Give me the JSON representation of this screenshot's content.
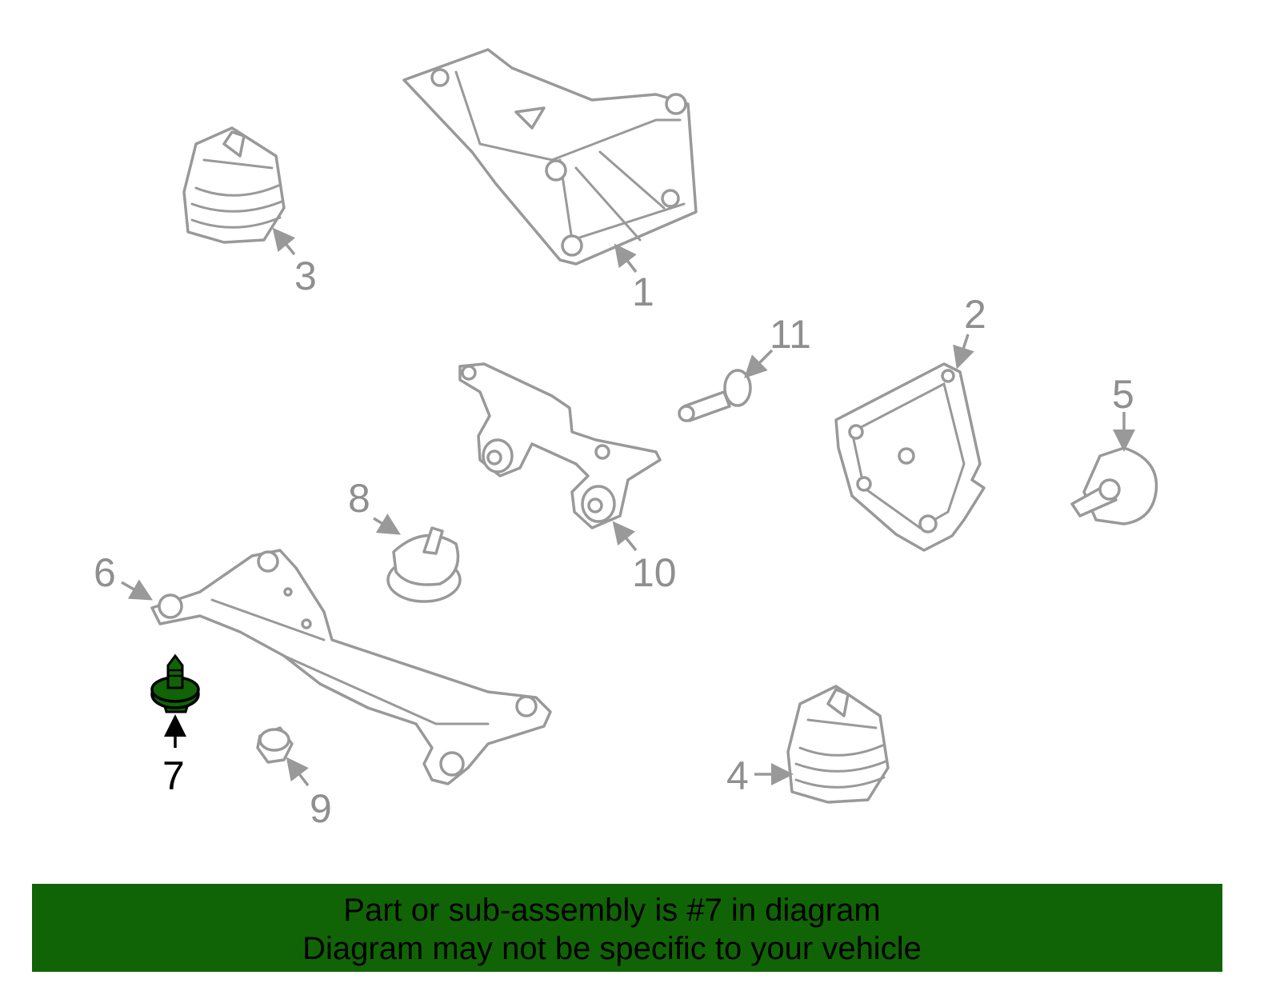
{
  "callouts": {
    "c1": "1",
    "c2": "2",
    "c3": "3",
    "c4": "4",
    "c5": "5",
    "c6": "6",
    "c7": "7",
    "c8": "8",
    "c9": "9",
    "c10": "10",
    "c11": "11"
  },
  "highlighted_part": "7",
  "colors": {
    "highlight": "#116405",
    "banner": "#116405",
    "line": "#999999"
  },
  "banner": {
    "line1": "Part or sub-assembly is #7 in diagram",
    "line2": "Diagram may not be specific to your vehicle"
  }
}
